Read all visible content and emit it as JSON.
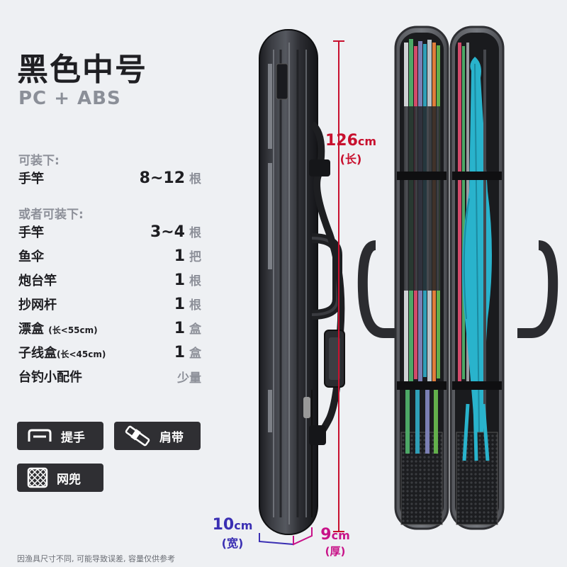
{
  "header": {
    "title": "黑色中号",
    "material": "PC + ABS"
  },
  "capacity": {
    "primary_heading": "可装下:",
    "primary": [
      {
        "name": "手竿",
        "value": "8~12",
        "unit": "根"
      }
    ],
    "alt_heading": "或者可装下:",
    "alt": [
      {
        "name": "手竿",
        "note": "",
        "value": "3~4",
        "unit": "根"
      },
      {
        "name": "鱼伞",
        "note": "",
        "value": "1",
        "unit": "把"
      },
      {
        "name": "炮台竿",
        "note": "",
        "value": "1",
        "unit": "根"
      },
      {
        "name": "抄网杆",
        "note": "",
        "value": "1",
        "unit": "根"
      },
      {
        "name": "漂盒",
        "note": "(长<55cm)",
        "value": "1",
        "unit": "盒"
      },
      {
        "name": "子线盒",
        "note": "(长<45cm)",
        "value": "1",
        "unit": "盒"
      },
      {
        "name": "台钓小配件",
        "note": "",
        "value": "",
        "unit": "少量"
      }
    ]
  },
  "features": [
    {
      "label": "提手",
      "icon": "handle-icon"
    },
    {
      "label": "肩带",
      "icon": "strap-icon"
    },
    {
      "label": "网兜",
      "icon": "mesh-pocket-icon"
    }
  ],
  "dimensions": {
    "length_value": "126",
    "length_unit": "cm",
    "length_label": "(长)",
    "width_value": "10",
    "width_unit": "cm",
    "width_label": "(宽)",
    "depth_value": "9",
    "depth_unit": "cm",
    "depth_label": "(厚)"
  },
  "footnote": "因渔具尺寸不同, 可能导致误差, 容量仅供参考",
  "colors": {
    "dim_red": "#c8102e",
    "dim_blue": "#3a2fb3",
    "chip_bg": "#2f2f33",
    "umbrella": "#29b3cc"
  }
}
